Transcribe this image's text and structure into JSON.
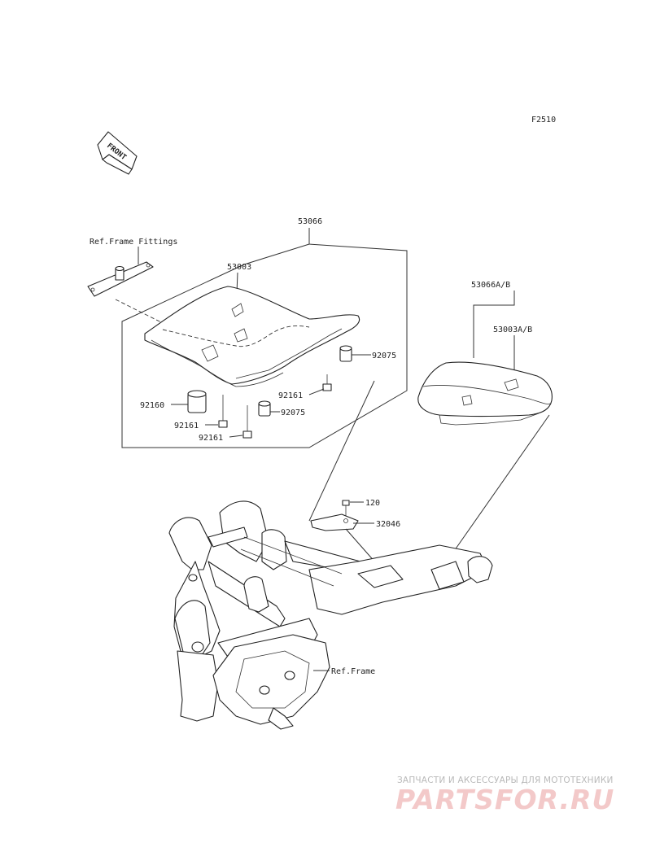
{
  "figure_code": "F2510",
  "front_marker": "FRONT",
  "labels": {
    "ref_frame_fittings": "Ref.Frame Fittings",
    "seat_assy": "53066",
    "seat_cover": "53003",
    "damper_a": "92075",
    "damper_b": "92075",
    "bolt_a": "92161",
    "bolt_b": "92161",
    "bolt_c": "92161",
    "cushion": "92160",
    "seat_assy_ab": "53066A/B",
    "seat_cover_ab": "53003A/B",
    "bolt_120": "120",
    "bracket": "32046",
    "ref_frame": "Ref.Frame"
  },
  "watermark": {
    "tagline": "ЗАПЧАСТИ И АКСЕССУАРЫ ДЛЯ МОТОТЕХНИКИ",
    "logo": "PARTSFOR.RU"
  }
}
